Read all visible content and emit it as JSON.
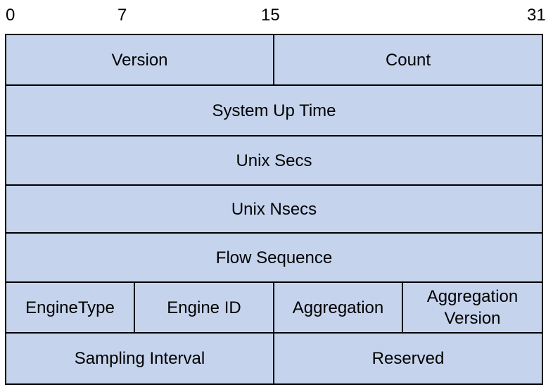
{
  "bit_labels": [
    "0",
    "7",
    "15",
    "31"
  ],
  "rows": [
    {
      "fields": [
        {
          "label": "Version",
          "width_bits": 16
        },
        {
          "label": "Count",
          "width_bits": 16
        }
      ]
    },
    {
      "fields": [
        {
          "label": "System Up Time",
          "width_bits": 32
        }
      ]
    },
    {
      "fields": [
        {
          "label": "Unix Secs",
          "width_bits": 32
        }
      ]
    },
    {
      "fields": [
        {
          "label": "Unix Nsecs",
          "width_bits": 32
        }
      ]
    },
    {
      "fields": [
        {
          "label": "Flow Sequence",
          "width_bits": 32
        }
      ]
    },
    {
      "fields": [
        {
          "label": "EngineType",
          "width_bits": 8
        },
        {
          "label": "Engine ID",
          "width_bits": 8
        },
        {
          "label": "Aggregation",
          "width_bits": 8
        },
        {
          "label": "Aggregation Version",
          "width_bits": 8
        }
      ]
    },
    {
      "fields": [
        {
          "label": "Sampling Interval",
          "width_bits": 16
        },
        {
          "label": "Reserved",
          "width_bits": 16
        }
      ]
    }
  ],
  "colors": {
    "cell_fill": "#c5d3ec",
    "border": "#000000"
  }
}
